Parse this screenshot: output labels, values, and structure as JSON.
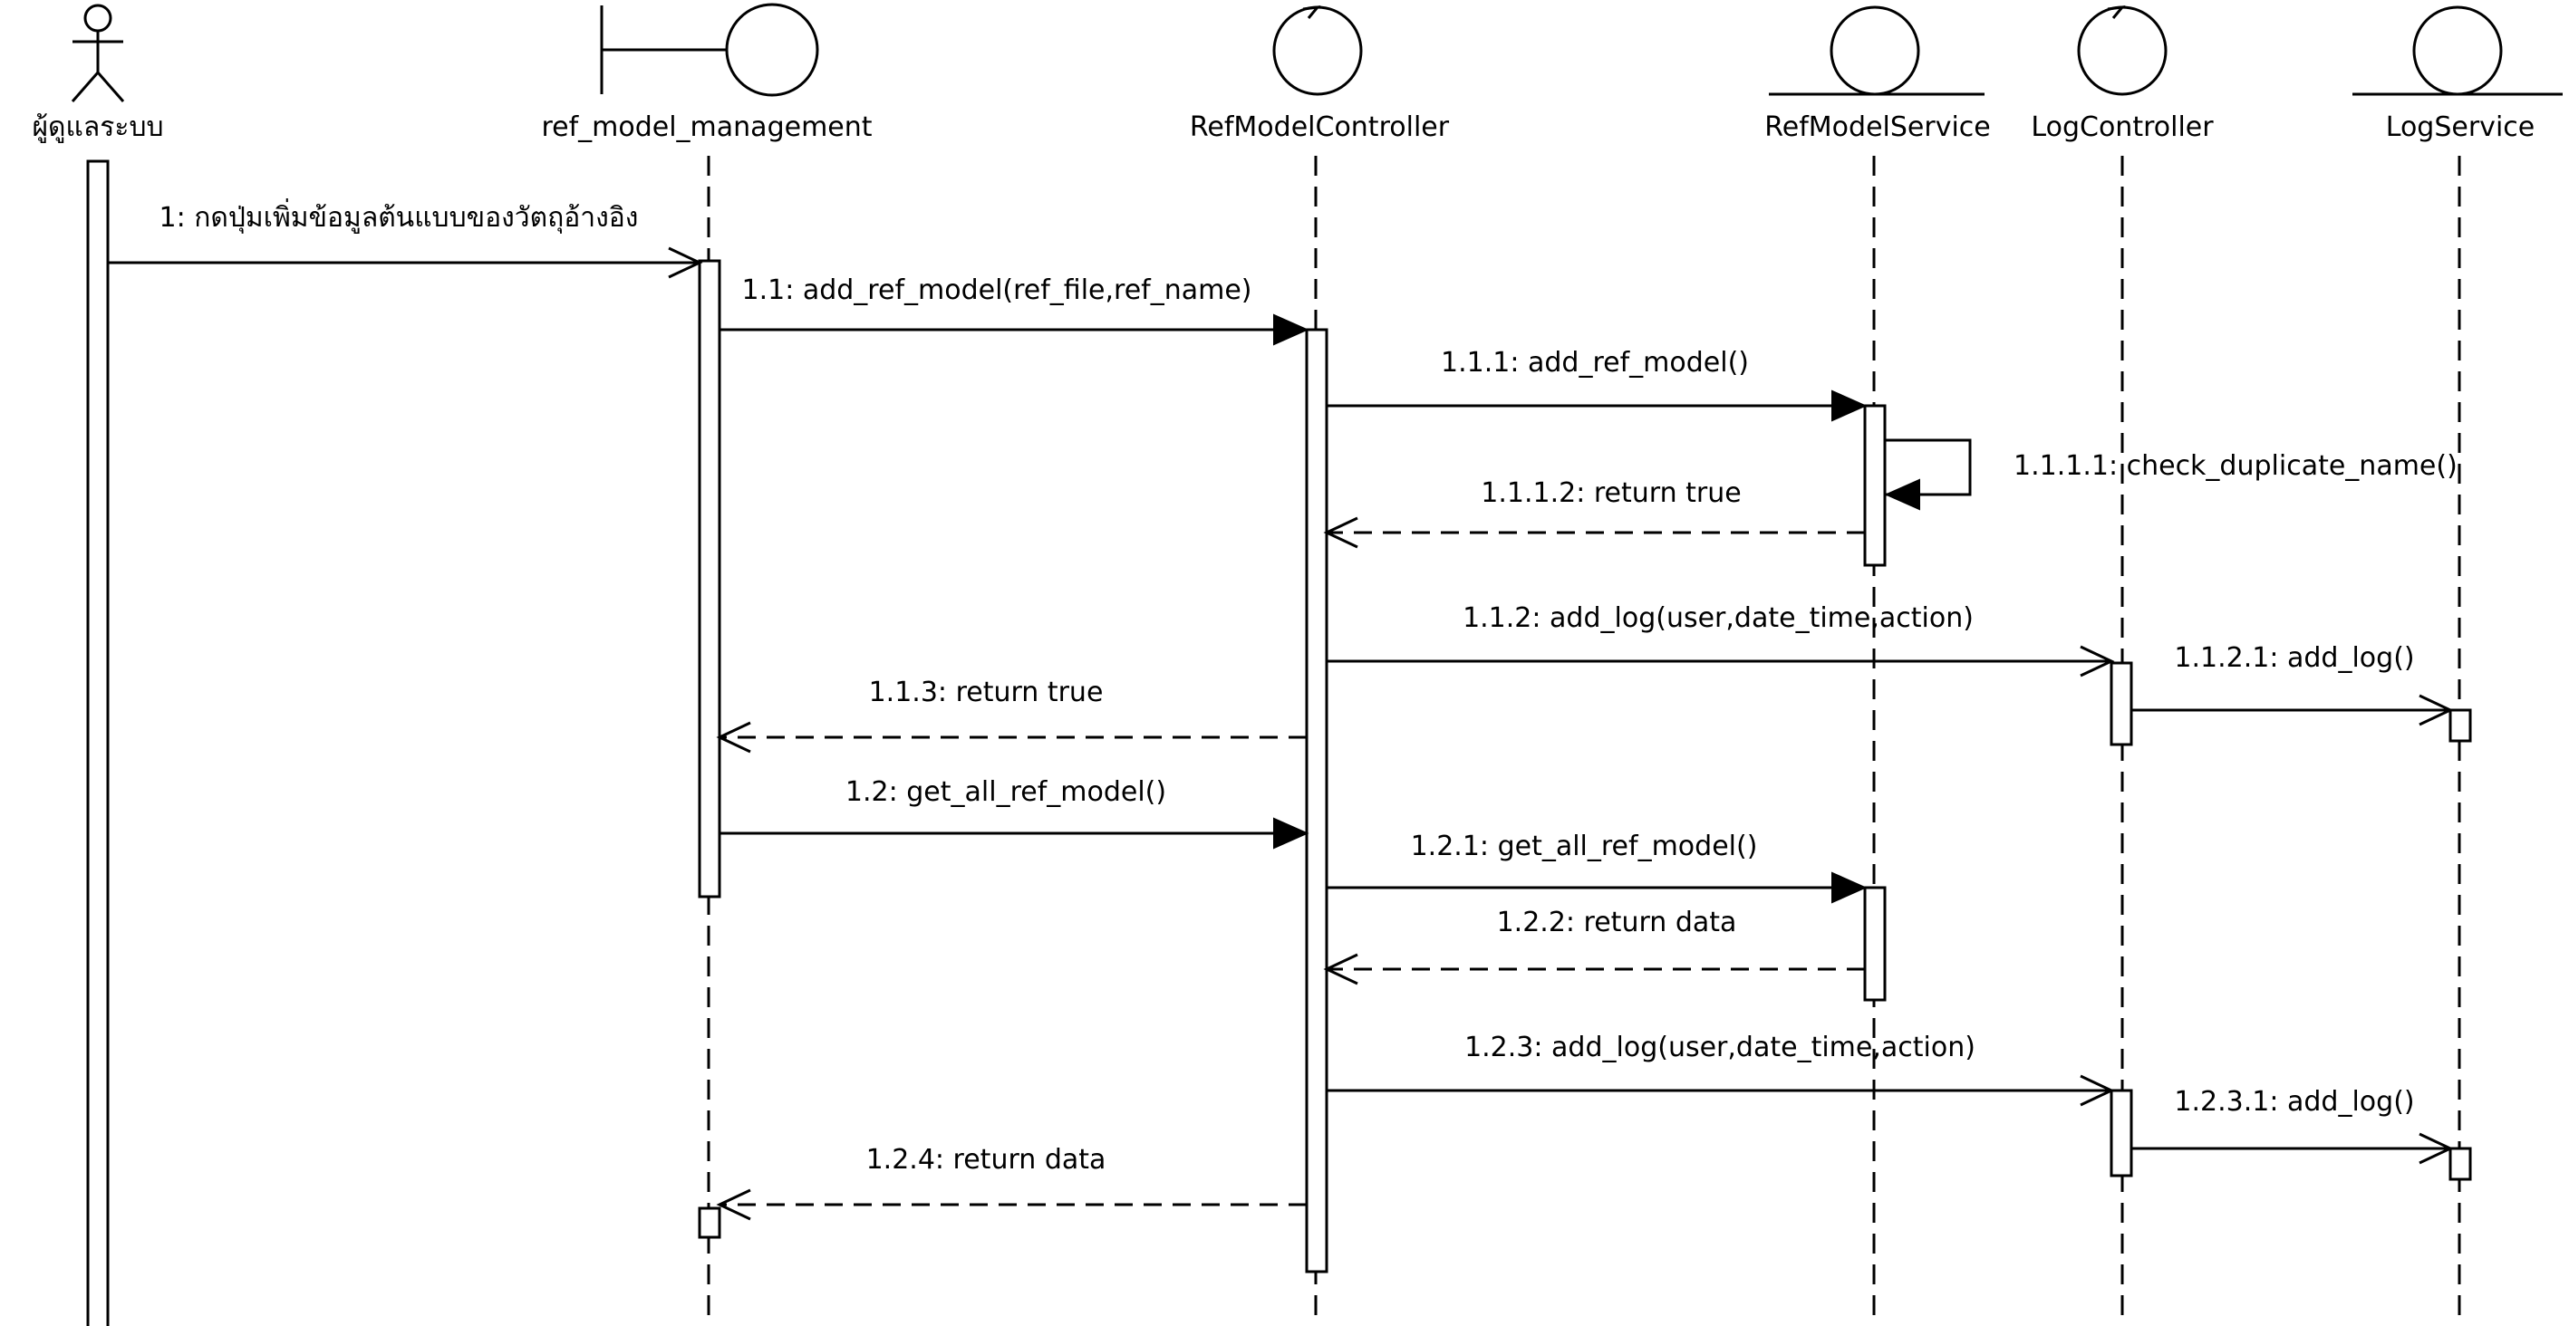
{
  "participants": [
    {
      "id": "admin",
      "name": "ผู้ดูแลระบบ",
      "kind": "actor"
    },
    {
      "id": "refmm",
      "name": "ref_model_management",
      "kind": "boundary"
    },
    {
      "id": "rmc",
      "name": "RefModelController",
      "kind": "control"
    },
    {
      "id": "rms",
      "name": "RefModelService",
      "kind": "entity"
    },
    {
      "id": "logc",
      "name": "LogController",
      "kind": "control"
    },
    {
      "id": "logs",
      "name": "LogService",
      "kind": "entity"
    }
  ],
  "messages": [
    {
      "label": "1: กดปุ่มเพิ่มข้อมูลต้นแบบของวัตถุอ้างอิง",
      "from": "admin",
      "to": "refmm",
      "kind": "async"
    },
    {
      "label": "1.1: add_ref_model(ref_file,ref_name)",
      "from": "refmm",
      "to": "rmc",
      "kind": "sync"
    },
    {
      "label": "1.1.1: add_ref_model()",
      "from": "rmc",
      "to": "rms",
      "kind": "sync"
    },
    {
      "label": "1.1.1.1: check_duplicate_name()",
      "from": "rms",
      "to": "rms",
      "kind": "self"
    },
    {
      "label": "1.1.1.2: return true",
      "from": "rms",
      "to": "rmc",
      "kind": "return"
    },
    {
      "label": "1.1.2: add_log(user,date_time,action)",
      "from": "rmc",
      "to": "logc",
      "kind": "async"
    },
    {
      "label": "1.1.2.1: add_log()",
      "from": "logc",
      "to": "logs",
      "kind": "async"
    },
    {
      "label": "1.1.3: return true",
      "from": "rmc",
      "to": "refmm",
      "kind": "return"
    },
    {
      "label": "1.2: get_all_ref_model()",
      "from": "refmm",
      "to": "rmc",
      "kind": "sync"
    },
    {
      "label": "1.2.1: get_all_ref_model()",
      "from": "rmc",
      "to": "rms",
      "kind": "sync"
    },
    {
      "label": "1.2.2: return data",
      "from": "rms",
      "to": "rmc",
      "kind": "return"
    },
    {
      "label": "1.2.3: add_log(user,date_time,action)",
      "from": "rmc",
      "to": "logc",
      "kind": "async"
    },
    {
      "label": "1.2.3.1: add_log()",
      "from": "logc",
      "to": "logs",
      "kind": "async"
    },
    {
      "label": "1.2.4: return data",
      "from": "rmc",
      "to": "refmm",
      "kind": "return"
    }
  ]
}
